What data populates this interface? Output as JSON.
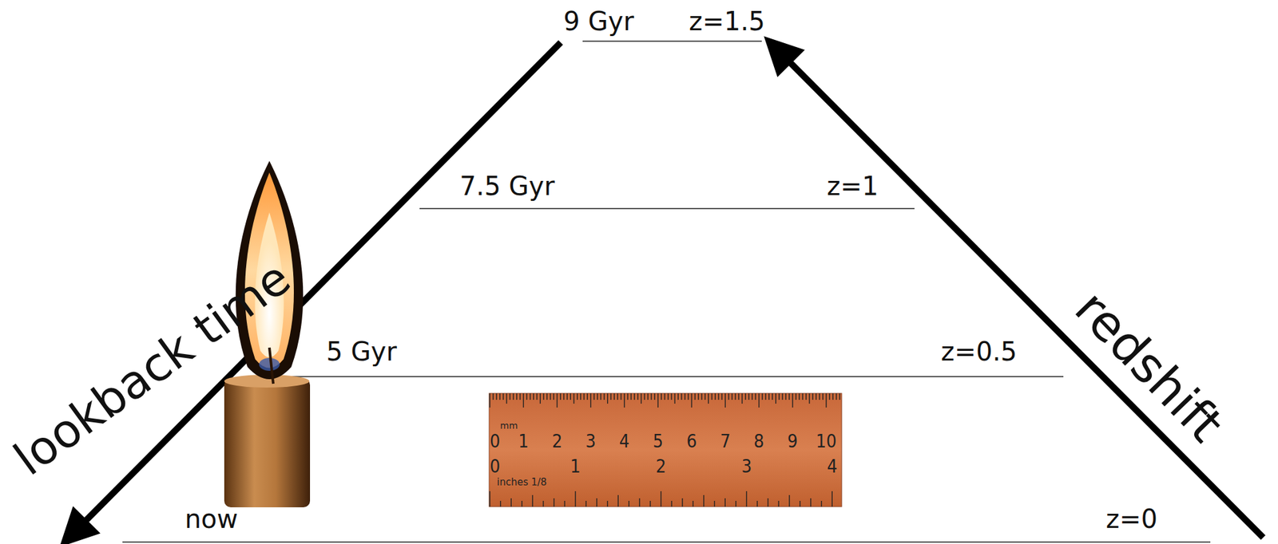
{
  "diagram": {
    "labels": [
      "9 Gyr",
      "z=1.5",
      "7.5 Gyr",
      "z=1",
      "5 Gyr",
      "z=0.5",
      "now",
      "z=0",
      "lookback time",
      "redshift",
      "mm",
      "0",
      "1",
      "2",
      "3",
      "4",
      "5",
      "6",
      "7",
      "8",
      "9",
      "10",
      "0",
      "1",
      "2",
      "3",
      "4",
      "inches 1/8"
    ]
  }
}
